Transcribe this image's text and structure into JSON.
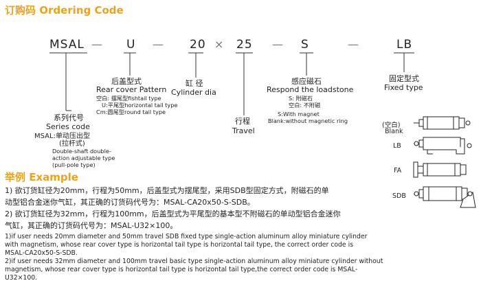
{
  "ordering": {
    "title": "订购码 Ordering Code",
    "code": {
      "p1": "MSAL",
      "p2": "U",
      "p3": "20",
      "p4": "25",
      "p5": "S",
      "p6": "LB",
      "dash": "—",
      "times": "×"
    },
    "series": {
      "cn": "系列代号",
      "en": "Series code",
      "lines": [
        "MSAL:单动压出型",
        "(拉杆式)",
        "Double-shaft double-",
        "action adjustable type",
        "(pull-pole type)"
      ]
    },
    "rear": {
      "cn": "后盖型式",
      "en": "Rear cover Pattern",
      "lines": [
        "空白: 摆尾型fishtail type",
        "U:平尾型horizontal tail type",
        "Cm:圆尾型round tail type"
      ]
    },
    "cylinder": {
      "cn": "缸 径",
      "en": "Cylinder dia"
    },
    "travel": {
      "cn": "行程",
      "en": "Travel"
    },
    "magnet": {
      "cn": "感应磁石",
      "en": "Respond the loadstone",
      "lines": [
        "S: 附磁石",
        "空白: 不附磁"
      ],
      "notes": [
        "S:With magnet",
        "Blank:without magnetic ring"
      ]
    },
    "fixed": {
      "cn": "固定型式",
      "en": "Fixed type",
      "options": [
        {
          "code": "(空白)",
          "name": "Blank"
        },
        {
          "code": "LB"
        },
        {
          "code": "FA"
        },
        {
          "code": "SDB"
        }
      ]
    }
  },
  "example": {
    "title": "举例 Example",
    "cn": [
      "1) 欲订货缸径为20mm，行程为50mm，后盖型式为摆尾型，采用SDB型固定方式，附磁石的单",
      "动型铝合金迷你气缸，其正确的订货码代号为：MSAL-CA20x50-S-SDB。",
      "2) 欲订货缸径为32mm，行程为100mm，后盖型式为平尾型的基本型不附磁石的单动型铝合金迷你",
      "气缸，其正确的订货码代号为：MSAL-U32×100。"
    ],
    "en": [
      "1)if user needs 20mm diameter and 50mm travel SDB fixed type single-action aluminum alloy miniature cylinder",
      "with magnetism, whose  rear cover type is horizontal tail  type is horizontal tail type, the correct order code is",
      "MSAL-CA20x50-S-SDB.",
      "2)if user needs 32mm diameter and 100mm travel basic type single-action aluminum alloy miniature cylinder without",
      "magnetism, whose rear cover type is horizontal tail type is horizontal tail type,the correct order code is MSAL-",
      "U32×100."
    ]
  }
}
